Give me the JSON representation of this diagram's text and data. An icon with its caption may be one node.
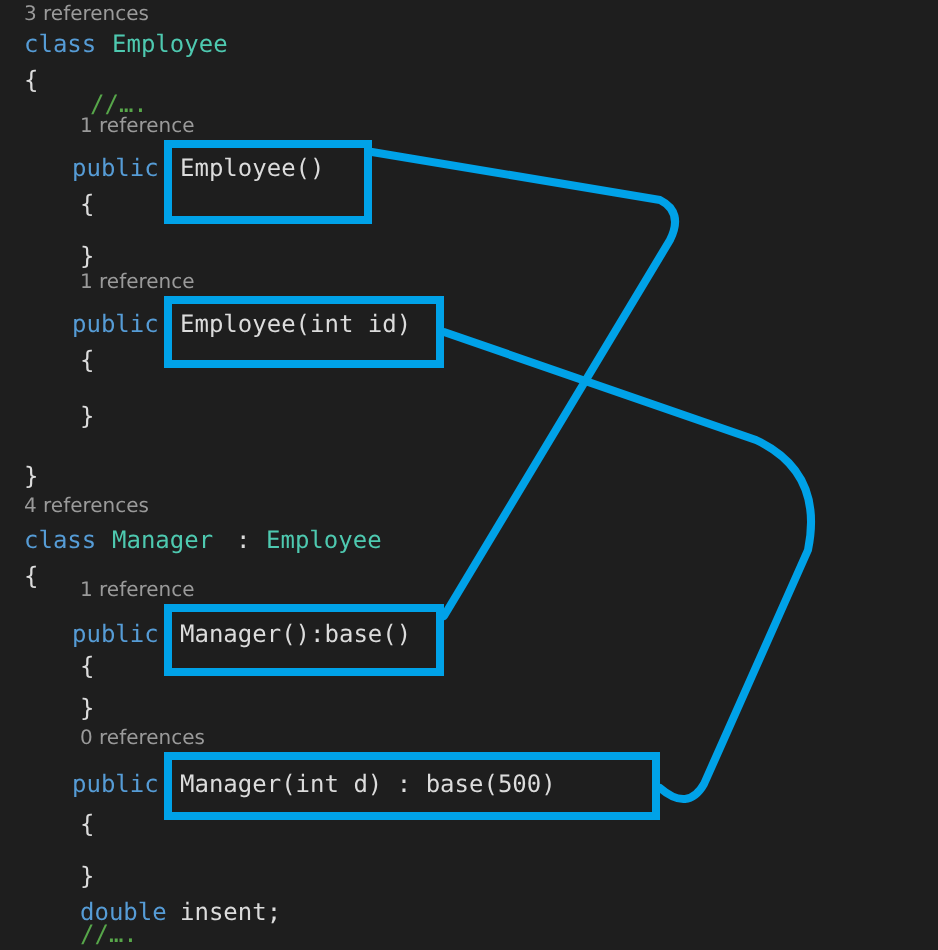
{
  "diagram": {
    "nodes": [
      {
        "text": [
          "Employee()"
        ]
      },
      {
        "text": [
          "Employee(int id)"
        ]
      },
      {
        "text": [
          "Manager():base()"
        ]
      },
      {
        "text": [
          "Manager(int d) : base(500)"
        ]
      }
    ],
    "edges": [
      {
        "from": 0,
        "to": 2,
        "arrow": "none"
      },
      {
        "from": 1,
        "to": 3,
        "arrow": "none"
      }
    ],
    "labels": [
      "3 references",
      "class",
      "Employee",
      "{",
      "//….",
      "1 reference",
      "public",
      "{",
      "}",
      "1 reference",
      "public",
      "{",
      "}",
      "}",
      "4 references",
      "class",
      "Manager",
      ":",
      "Employee",
      "{",
      "1 reference",
      "public",
      "{",
      "}",
      "0 references",
      "public",
      "{",
      "}",
      "double",
      "insent;",
      "//…."
    ]
  }
}
